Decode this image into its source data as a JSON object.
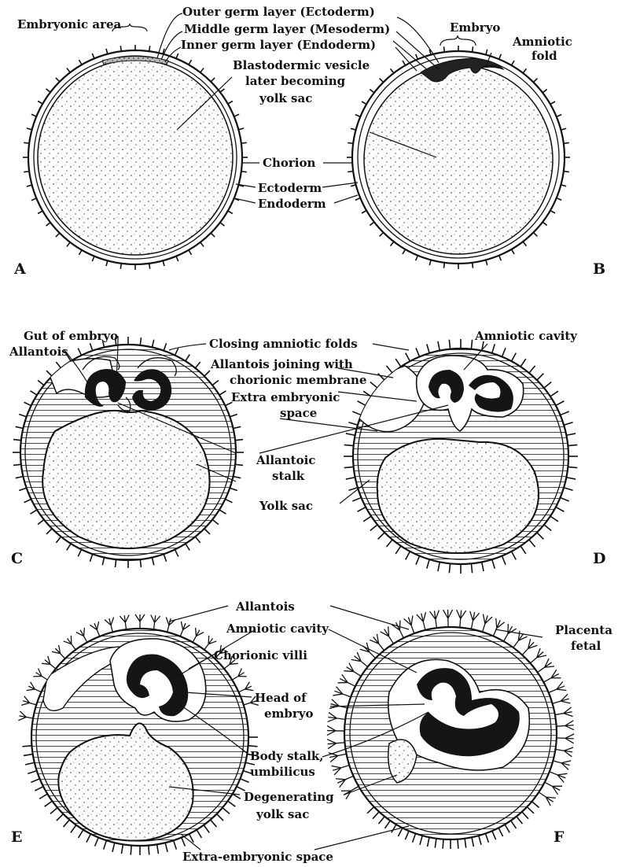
{
  "panels": {
    "A": {
      "letter": "A"
    },
    "B": {
      "letter": "B"
    },
    "C": {
      "letter": "C"
    },
    "D": {
      "letter": "D"
    },
    "E": {
      "letter": "E"
    },
    "F": {
      "letter": "F"
    }
  },
  "labels": {
    "embryonic_area": "Embryonic area",
    "outer_germ": "Outer germ layer (Ectoderm)",
    "middle_germ": "Middle germ layer (Mesoderm)",
    "inner_germ": "Inner germ layer (Endoderm)",
    "embryo": "Embryo",
    "amniotic_fold_1": "Amniotic",
    "amniotic_fold_2": "fold",
    "blasto_1": "Blastodermic vesicle",
    "blasto_2": "later becoming",
    "blasto_3": "yolk sac",
    "chorion": "Chorion",
    "ectoderm": "Ectoderm",
    "endoderm": "Endoderm",
    "gut_of_embryo": "Gut of embryo",
    "allantois_c": "Allantois",
    "closing_folds": "Closing amniotic folds",
    "amniotic_cavity_d": "Amniotic cavity",
    "allantois_join_1": "Allantois joining with",
    "allantois_join_2": "chorionic membrane",
    "extra_space_1": "Extra embryonic",
    "extra_space_2": "space",
    "allantoic_1": "Allantoic",
    "allantoic_2": "stalk",
    "yolk_sac": "Yolk sac",
    "allantois_ef": "Allantois",
    "amniotic_cavity_ef": "Amniotic cavity",
    "chorionic_villi": "Chorionic villi",
    "placenta_1": "Placenta",
    "placenta_2": "fetal",
    "head_1": "Head of",
    "head_2": "embryo",
    "body_stalk_1": "Body stalk,",
    "body_stalk_2": "umbilicus",
    "degen_1": "Degenerating",
    "degen_2": "yolk sac",
    "extra_embryonic_bottom": "Extra-embryonic space"
  }
}
